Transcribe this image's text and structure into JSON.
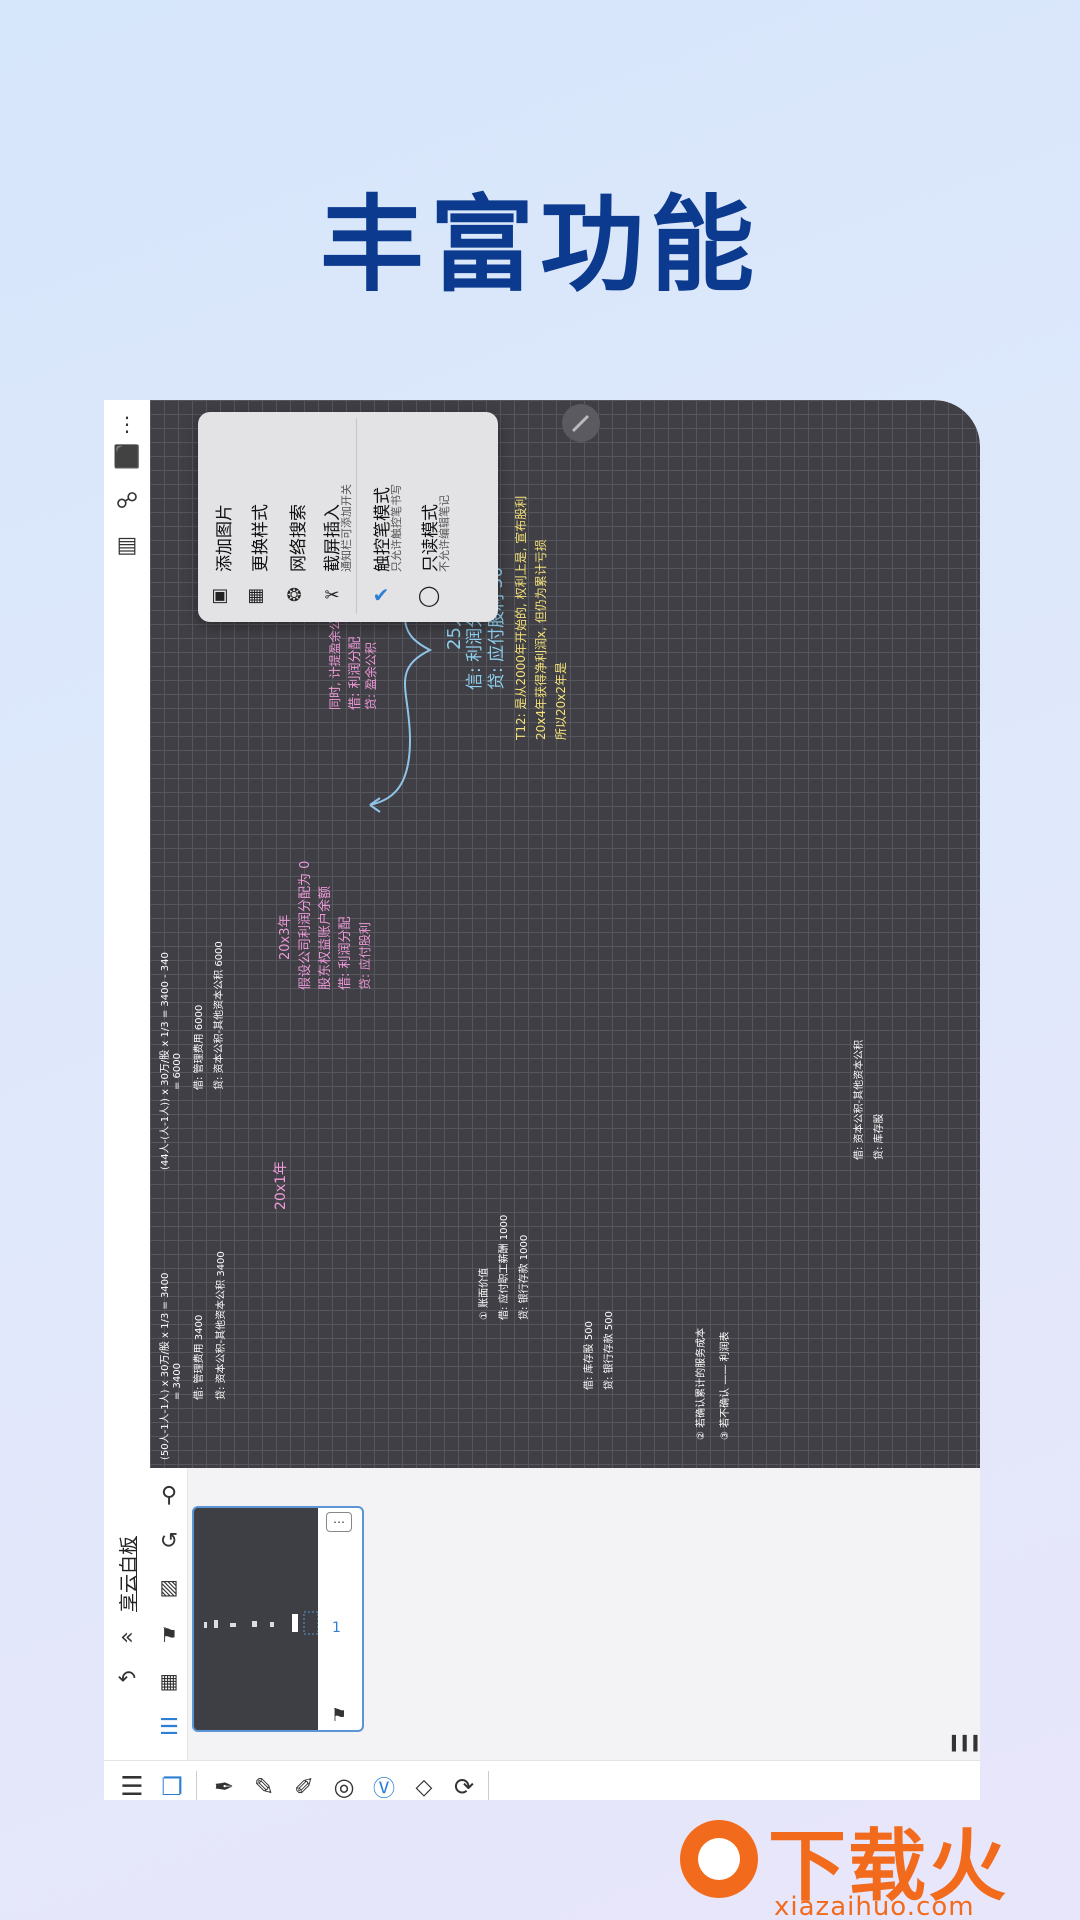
{
  "headline": "丰富功能",
  "app": {
    "title": "享云白板",
    "menu_items": [
      {
        "icon": "add-image-icon",
        "label": "添加图片",
        "sub": ""
      },
      {
        "icon": "style-icon",
        "label": "更换样式",
        "sub": ""
      },
      {
        "icon": "web-search-icon",
        "label": "网络搜索",
        "sub": ""
      },
      {
        "icon": "crop-icon",
        "label": "截屏插入",
        "sub": "通知栏可添加开关"
      },
      {
        "icon": "checked-icon",
        "label": "触控笔模式",
        "sub": "只允许触控笔书写"
      },
      {
        "icon": "radio-icon",
        "label": "只读模式",
        "sub": "不允许编辑笔记"
      }
    ],
    "page_number": "1",
    "page_count_badge": "▍▍▍"
  },
  "handwriting": [
    {
      "text": "25人一起",
      "color": "#8fd0f0"
    },
    {
      "text": "信: 利润分配   50",
      "color": "#8fd0f0"
    },
    {
      "text": "贷: 应付股利   50",
      "color": "#8fd0f0"
    },
    {
      "text": "T12: 是从2000年开始的, 权利上是, 宣布股利",
      "color": "#f5e27a"
    },
    {
      "text": "20x4年获得净利润x, 但仍为累计亏损",
      "color": "#f5e27a"
    },
    {
      "text": "所以20x2年是",
      "color": "#f5e27a"
    },
    {
      "text": "同时, 计提盈余公积",
      "color": "#ee9ad8"
    },
    {
      "text": "借: 利润分配",
      "color": "#ee9ad8"
    },
    {
      "text": "贷: 盈余公积",
      "color": "#ee9ad8"
    },
    {
      "text": "20x3年",
      "color": "#ee9ad8"
    },
    {
      "text": "假设公司利润分配为 0",
      "color": "#ee9ad8"
    },
    {
      "text": "股东权益账户余额",
      "color": "#ee9ad8"
    },
    {
      "text": "借: 利润分配",
      "color": "#ee9ad8"
    },
    {
      "text": "贷: 应付股利",
      "color": "#ee9ad8"
    },
    {
      "text": "20x1年",
      "color": "#ee9ad8"
    },
    {
      "text": "(44人-(人-1人)) x 30万/股 x 1/3 = 3400 - 340",
      "color": "#ffffff"
    },
    {
      "text": "= 6000",
      "color": "#ffffff"
    },
    {
      "text": "借: 管理费用   6000",
      "color": "#ffffff"
    },
    {
      "text": "贷: 资本公积-其他资本公积   6000",
      "color": "#ffffff"
    },
    {
      "text": "(50人-1人-1人) x 30万/股 x 1/3 = 3400",
      "color": "#ffffff"
    },
    {
      "text": "= 3400",
      "color": "#ffffff"
    },
    {
      "text": "借: 管理费用   3400",
      "color": "#ffffff"
    },
    {
      "text": "贷: 资本公积-其他资本公积   3400",
      "color": "#ffffff"
    },
    {
      "text": "① 账面价值",
      "color": "#ffffff"
    },
    {
      "text": "借: 应付职工薪酬   1000",
      "color": "#ffffff"
    },
    {
      "text": "贷: 银行存款   1000",
      "color": "#ffffff"
    },
    {
      "text": "② 若确认累计的服务成本",
      "color": "#ffffff"
    },
    {
      "text": "③ 若不确认 —— 利润表",
      "color": "#ffffff"
    },
    {
      "text": "借: 库存股   500",
      "color": "#ffffff"
    },
    {
      "text": "贷: 银行存款   500",
      "color": "#ffffff"
    },
    {
      "text": "借: 资本公积-其他资本公积",
      "color": "#ffffff"
    },
    {
      "text": "贷: 库存股",
      "color": "#ffffff"
    }
  ],
  "toolbar": {
    "tools": [
      "list-icon",
      "layers-icon",
      "pen-icon",
      "pencil-icon",
      "marker-icon",
      "eraser-icon",
      "text-icon",
      "shapes-icon",
      "lasso-icon"
    ]
  },
  "watermark": {
    "brand": "下载火",
    "url": "xiazaihuo.com"
  },
  "colors": {
    "headline": "#0b3a8f",
    "canvas": "#3f3f45",
    "accent": "#2d7fd6",
    "watermark": "#f26b1d"
  }
}
